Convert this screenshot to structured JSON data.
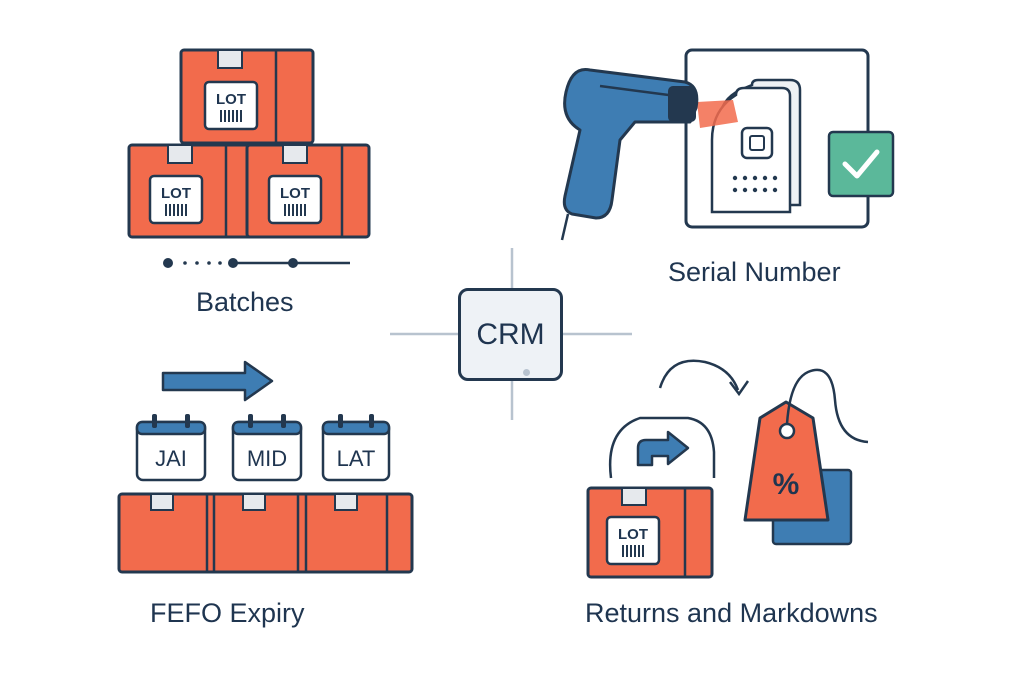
{
  "center": {
    "label": "CRM"
  },
  "batches": {
    "label": "Batches",
    "box_lot_label": "LOT"
  },
  "serial": {
    "label": "Serial Number"
  },
  "fefo": {
    "label": "FEFO  Expiry",
    "calendars": [
      "JAI",
      "MID",
      "LAT"
    ]
  },
  "returns": {
    "label": "Returns and Markdowns",
    "box_lot_label": "LOT",
    "tag_symbol": "%"
  },
  "colors": {
    "orange": "#f26b4c",
    "navy": "#23384f",
    "blue": "#3e7db3",
    "green": "#5bb89a",
    "light_gray": "#d9dee4"
  }
}
